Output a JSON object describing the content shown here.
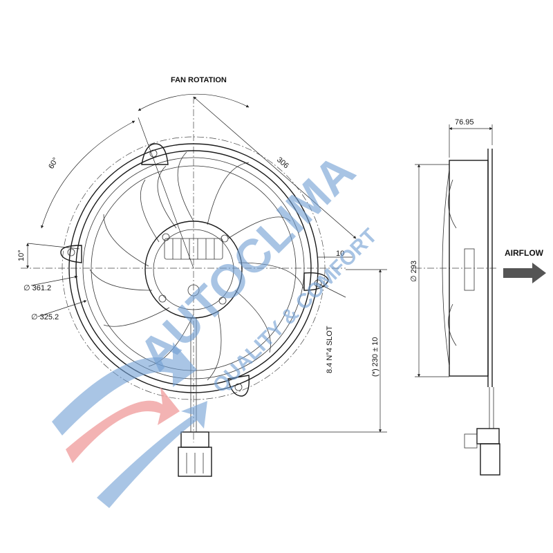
{
  "labels": {
    "fan_rotation": "FAN ROTATION",
    "airflow": "AIRFLOW",
    "angle_60": "60°",
    "angle_10": "10°",
    "dim_306": "306",
    "dim_10": "10",
    "dia_361": "∅ 361.2",
    "dia_325": "∅ 325.2",
    "slot": "8.4 N°4 SLOT",
    "cable": "(*) 230 ± 10",
    "depth": "76.95",
    "dia_293": "∅ 293"
  },
  "watermark": {
    "brand": "AUTOCLIMA",
    "tagline": "QUALITY & COMFORT",
    "colors": {
      "blue": "#6f9ed3",
      "red": "#f0a0a0"
    }
  }
}
